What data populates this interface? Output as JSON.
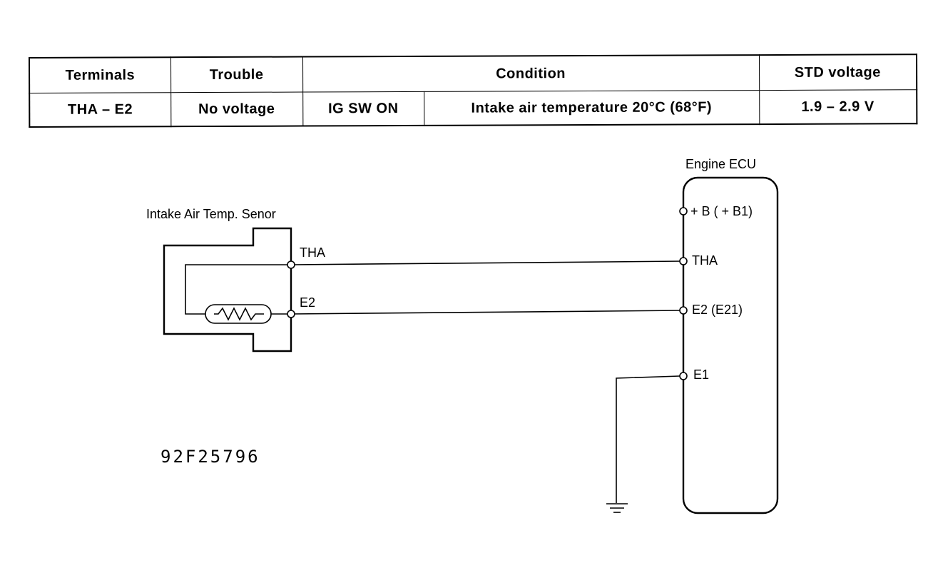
{
  "table": {
    "headers": {
      "terminals": "Terminals",
      "trouble": "Trouble",
      "condition": "Condition",
      "std_voltage": "STD voltage"
    },
    "row": {
      "terminals": "THA – E2",
      "trouble": "No voltage",
      "condition_switch": "IG SW ON",
      "condition_detail": "Intake air temperature 20°C (68°F)",
      "std_voltage": "1.9 – 2.9 V"
    }
  },
  "diagram": {
    "sensor_label": "Intake Air Temp. Senor",
    "sensor_pins": [
      "THA",
      "E2"
    ],
    "ecu_label": "Engine ECU",
    "ecu_pins": [
      "+ B ( + B1)",
      "THA",
      "E2 (E21)",
      "E1"
    ],
    "figure_id": "92F25796"
  }
}
